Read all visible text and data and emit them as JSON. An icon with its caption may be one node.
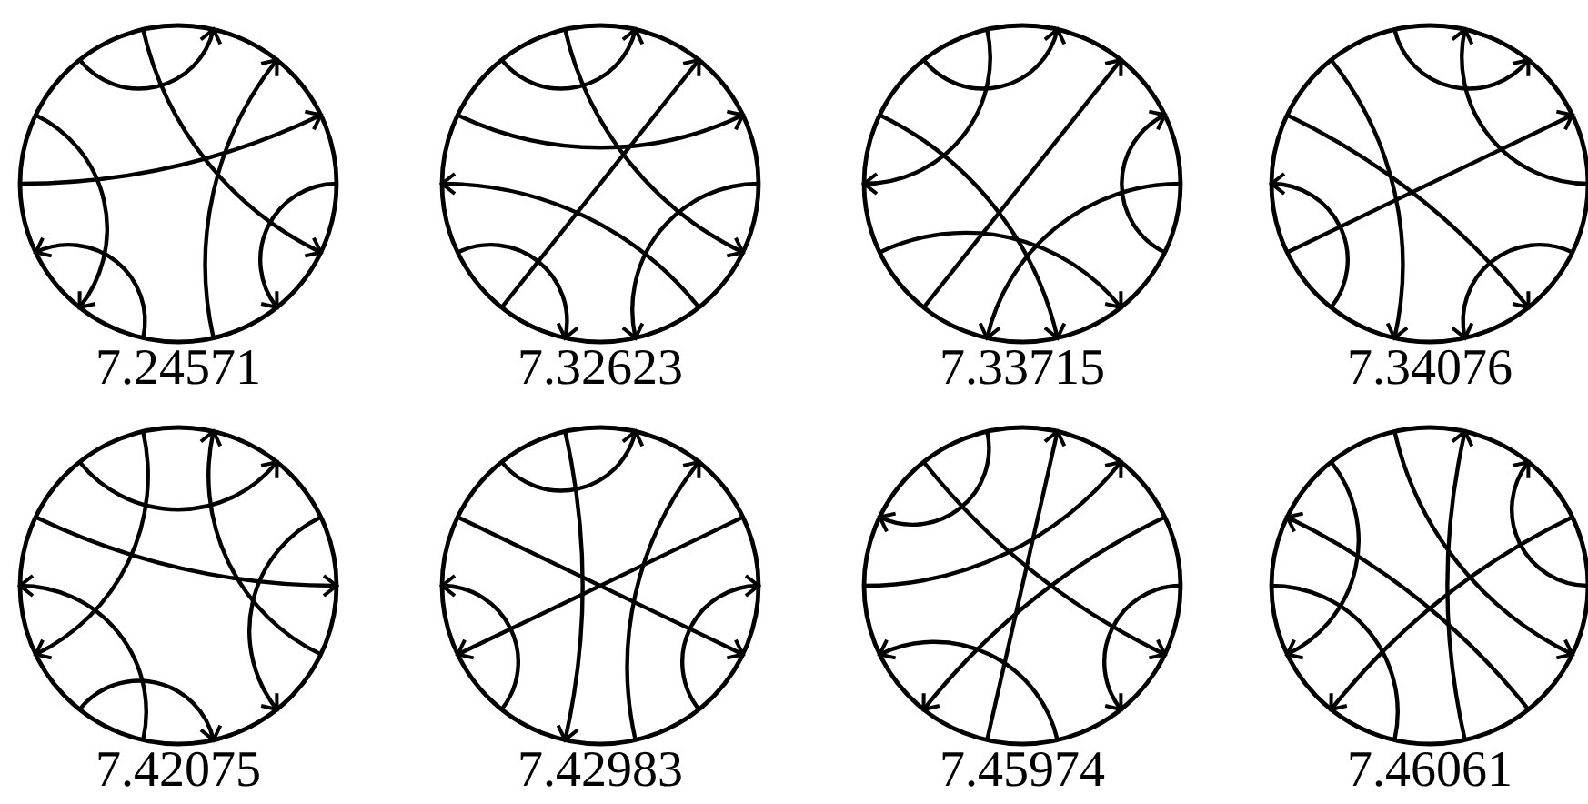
{
  "diagram": {
    "nodes": [
      {
        "text": [],
        "shape": "circle",
        "beside": [
          "7.24571"
        ]
      },
      {
        "text": [],
        "shape": "circle",
        "beside": [
          "7.32623"
        ]
      },
      {
        "text": [],
        "shape": "circle",
        "beside": [
          "7.33715"
        ]
      },
      {
        "text": [],
        "shape": "circle",
        "beside": [
          "7.34076"
        ]
      },
      {
        "text": [],
        "shape": "circle",
        "beside": [
          "7.42075"
        ]
      },
      {
        "text": [],
        "shape": "circle",
        "beside": [
          "7.42983"
        ]
      },
      {
        "text": [],
        "shape": "circle",
        "beside": [
          "7.45974"
        ]
      },
      {
        "text": [],
        "shape": "circle",
        "beside": [
          "7.46061"
        ]
      }
    ]
  }
}
